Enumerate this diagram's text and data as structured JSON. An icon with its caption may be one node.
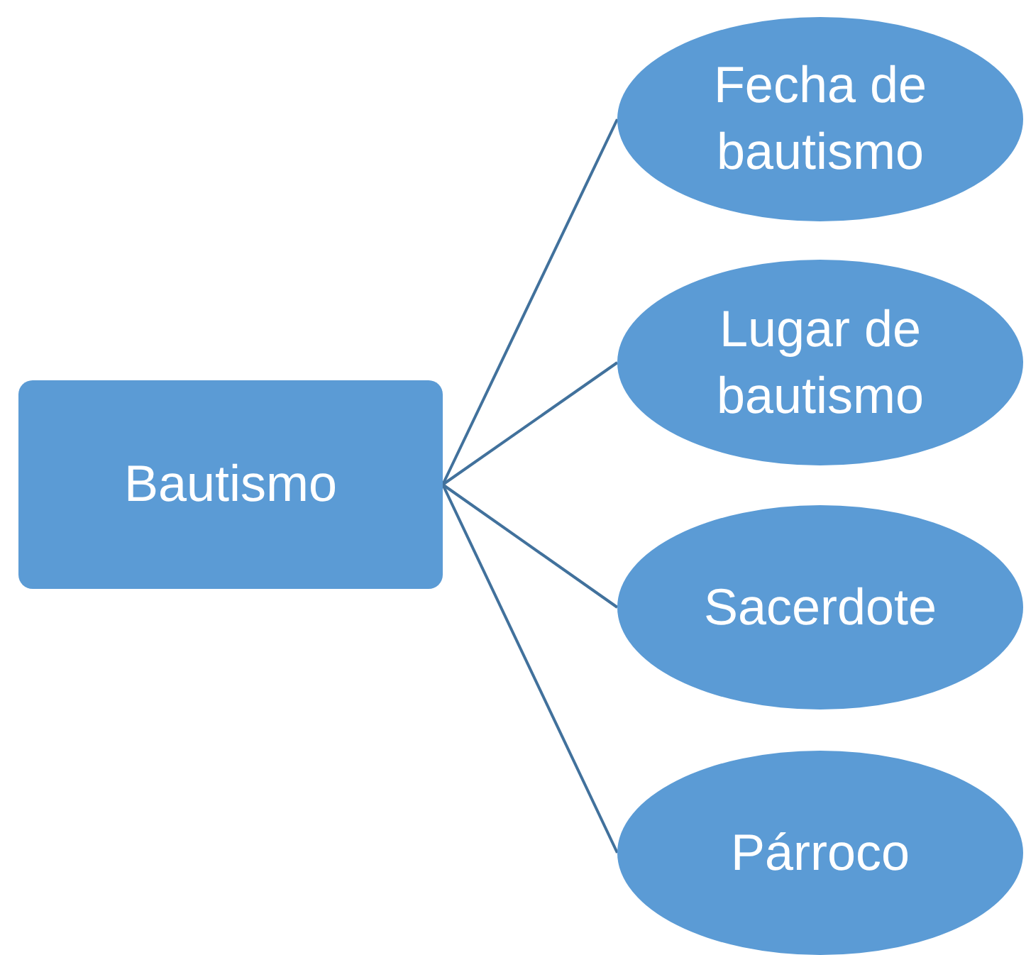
{
  "diagram": {
    "nodes": [
      {
        "text": [
          "Bautismo"
        ]
      },
      {
        "text": [
          "Fecha de bautismo"
        ]
      },
      {
        "text": [
          "Lugar de bautismo"
        ]
      },
      {
        "text": [
          "Sacerdote"
        ]
      },
      {
        "text": [
          "Párroco"
        ]
      }
    ],
    "edges": [
      {
        "from": 0,
        "to": 1,
        "arrow": "none"
      },
      {
        "from": 0,
        "to": 2,
        "arrow": "none"
      },
      {
        "from": 0,
        "to": 3,
        "arrow": "none"
      },
      {
        "from": 0,
        "to": 4,
        "arrow": "none"
      }
    ]
  }
}
